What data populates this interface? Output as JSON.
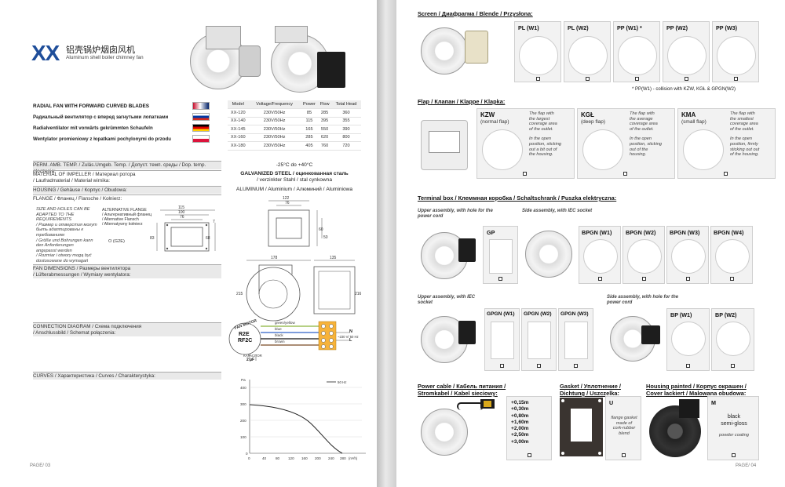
{
  "left": {
    "model": "XX",
    "title_cn": "铝壳锅炉烟囱风机",
    "title_en": "Aluminum shell boiler chimney fan",
    "desc": [
      "RADIAL FAN WITH FORWARD CURVED BLADES",
      "Радиальный вентилятор с вперед загнутыми лопатками",
      "Radialventilator mit vorwärts gekrümmten Schaufeln",
      "Wentylator promieniowy z łopatkami pochylonymi do przodu"
    ],
    "spec_table": {
      "headers": [
        "Model",
        "Voltage/Frequency",
        "Power",
        "Flow",
        "Total Head"
      ],
      "rows": [
        [
          "XX-120",
          "230V/50Hz",
          "85",
          "285",
          "360"
        ],
        [
          "XX-140",
          "230V/50Hz",
          "115",
          "395",
          "355"
        ],
        [
          "XX-145",
          "230V/50Hz",
          "165",
          "550",
          "390"
        ],
        [
          "XX-160",
          "230V/50Hz",
          "285",
          "620",
          "800"
        ],
        [
          "XX-180",
          "230V/50Hz",
          "405",
          "760",
          "720"
        ]
      ]
    },
    "perm_temp_label": "PERM. AMB. TEMP. / Zuläs.Umgeb. Temp. / Допуст. темп. среды / Dop. temp. otoczenia:",
    "perm_temp_value": "-25°C do +40°C",
    "impeller_label_1": "MATERIAL OF IMPELLER / Материал ротора",
    "impeller_label_2": "/ Laufradmaterial / Materiał wirnika:",
    "impeller_value_1": "GALVANIZED STEEL / оцинкованная сталь",
    "impeller_value_2": "/ verzinkter Stahl / stal cynkowna",
    "housing_label": "HOUSING / Gehäuse / Корпус / Obudowa:",
    "housing_value": "ALUMINUM / Aluminium / Алюминий / Aluminiowa",
    "flange_label": "FLANGE / Фланец / Flansche / Kołnierz:",
    "flange_note": [
      "SIZE AND HOLES CAN BE",
      "ADAPTED TO THE",
      "REQUIREMENTS",
      "/ Размер и отверстия могут",
      "быть адаптированы к",
      "требованиям",
      "/ Größe und Bohrungen kann",
      "den Anforderungen",
      "angepasst werden",
      "/ Rozmiar i otwory mogą być",
      "dostosowane do wymagań"
    ],
    "alt_flange": [
      "ALTERNATIVE FLANGE",
      "/ Альтернативный фланец",
      "/ Alternative Flansch",
      "/ Alternatywny kołnierz"
    ],
    "flange_dims": [
      "115",
      "100",
      "76",
      "83",
      "68",
      "7"
    ],
    "flange_code": "O (G2E)",
    "fan_dims_label_1": "FAN DIMENSIONS / Размеры вентилятора",
    "fan_dims_label_2": "/ Lüfterabmessungen / Wymiary wentylatora:",
    "fan_dims": [
      "122",
      "76",
      "60",
      "50",
      "178",
      "135",
      "215",
      "216"
    ],
    "connection_label_1": "CONNECTION DIAGRAM / Схема подключения",
    "connection_label_2": "/ Anschlussbild / Schemat połączenia:",
    "motor_label": "FAN MOTOR",
    "motor_codes": [
      "R2E",
      "RF2C"
    ],
    "wire_labels": [
      "green/yellow",
      "blue",
      "black",
      "brown"
    ],
    "terminals": [
      "N",
      "L"
    ],
    "voltage": "~230 V/ 50 Hz",
    "capacitor": [
      "KAPACITOR",
      "2 µF"
    ],
    "curves_label": "CURVES / Характеристика / Curves / Charakterystyka:",
    "chart_y_unit": "Pa",
    "chart_y_ticks": [
      "400",
      "300",
      "200",
      "100",
      "0"
    ],
    "chart_x_ticks": [
      "0",
      "40",
      "80",
      "120",
      "160",
      "200",
      "240",
      "280"
    ],
    "chart_x_unit": "(m³/h)",
    "chart_legend": "50 Hz",
    "page_no": "PAGE/ 03"
  },
  "right": {
    "screen_header": "Screen / Диафрагма / Blende / Przysłona:",
    "screen_options": [
      "PL (W1)",
      "PL (W2)",
      "PP (W1) *",
      "PP (W2)",
      "PP (W3)"
    ],
    "screen_note": "* PP(W1) - collision with KZW, KGŁ & GPGN(W2)",
    "flap_header": "Flap / Клапан / Klappe / Klapka:",
    "flaps": [
      {
        "code": "KZW",
        "sub": "(normal flap)",
        "desc": [
          "The flap with",
          "the largest",
          "coverage area",
          "of the outlet.",
          "",
          "In the open",
          "position, sticking",
          "out a bit out of",
          "the housing."
        ]
      },
      {
        "code": "KGŁ",
        "sub": "(deep flap)",
        "desc": [
          "The flap with",
          "the average",
          "coverage area",
          "of the outlet.",
          "",
          "In the open",
          "position, sticking",
          "out of the",
          "housing."
        ]
      },
      {
        "code": "KMA",
        "sub": "(small flap)",
        "desc": [
          "The flap with",
          "the smallest",
          "coverage area",
          "of the outlet.",
          "",
          "In the open",
          "position, firmly",
          "sticking out out",
          "of the housing."
        ]
      }
    ],
    "terminal_header": "Terminal box / Клеммная коробка / Schaltschrank / Puszka elektryczna:",
    "upper_cord": "Upper assembly, with hole for the power cord",
    "side_iec": "Side assembly, with IEC socket",
    "upper_iec": "Upper assembly, with IEC socket",
    "side_cord": "Side assembly, with hole for the power cord",
    "gp": "GP",
    "bpgn": [
      "BPGN (W1)",
      "BPGN (W2)",
      "BPGN (W3)",
      "BPGN (W4)"
    ],
    "gpgn": [
      "GPGN (W1)",
      "GPGN (W2)",
      "GPGN (W3)"
    ],
    "bp": [
      "BP (W1)",
      "BP (W2)"
    ],
    "cable_header_1": "Power cable / Кабель питания /",
    "cable_header_2": "Stromkabel / Kabel sieciowy:",
    "cable_lengths": [
      "+0,15m",
      "+0,30m",
      "+0,80m",
      "+1,60m",
      "+2,00m",
      "+2,50m",
      "+3,00m"
    ],
    "gasket_header_1": "Gasket / Уплотнение /",
    "gasket_header_2": "Dichtung / Uszczelka:",
    "gasket_code": "U",
    "gasket_desc": [
      "flange gasket",
      "made of",
      "cork-rubber",
      "blend"
    ],
    "paint_header_1": "Housing painted / Корпус окрашен /",
    "paint_header_2": "Cover lackiert / Malowana obudowa:",
    "paint_code": "M",
    "paint_desc": [
      "black",
      "semi-gloss"
    ],
    "paint_note": "powder coating",
    "page_no": "PAGE/ 04"
  }
}
